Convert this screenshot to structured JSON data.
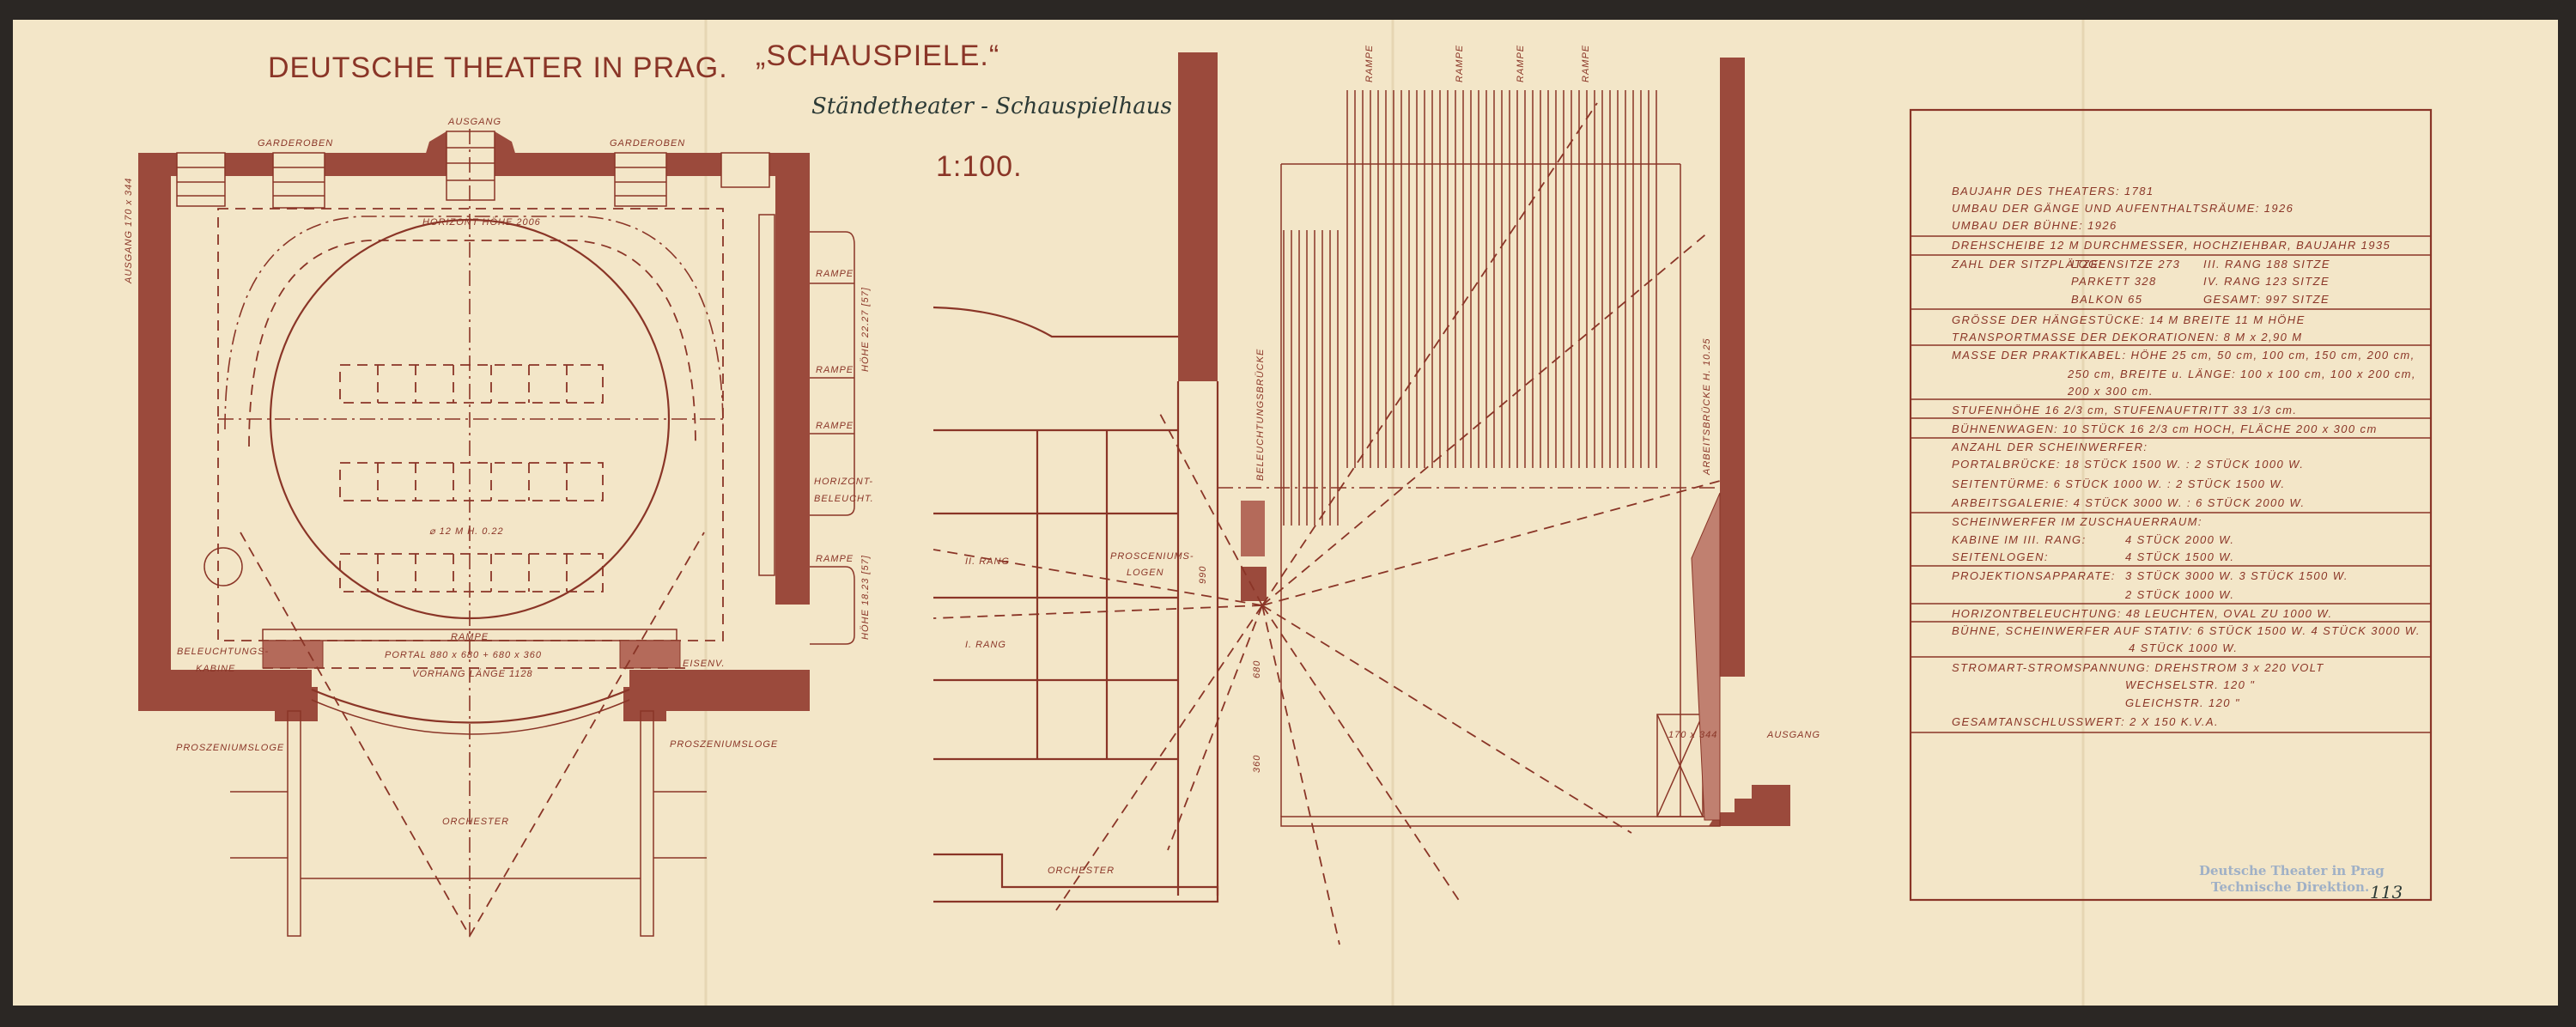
{
  "header": {
    "title": "DEUTSCHE THEATER IN PRAG.",
    "subtitle": "„SCHAUSPIELE.“",
    "handwritten_note": "Ständetheater - Schauspielhaus",
    "scale": "1:100."
  },
  "floor_plan": {
    "garderoben_left": "GARDEROBEN",
    "garderoben_right": "GARDEROBEN",
    "ausgang_top": "AUSGANG",
    "ausgang_left": "AUSGANG 170 x 344",
    "horizont": "HORIZONT HÖHE 2006",
    "rampe_1": "RAMPE",
    "rampe_2": "RAMPE",
    "rampe_3": "RAMPE",
    "horizont_beleucht_1": "HORIZONT-",
    "horizont_beleucht_2": "BELEUCHT.",
    "rampe_4": "RAMPE",
    "hoehe_upper": "HÖHE 22.27 [57]",
    "hoehe_lower": "HÖHE 18.23 [57]",
    "drehscheibe": "⌀ 12 M H. 0.22",
    "rampe_front": "RAMPE",
    "portal": "PORTAL 880 x 680 + 680 x 360",
    "vorhang": "VORHANG LÄNGE 1128",
    "kabine_1": "BELEUCHTUNGS-",
    "kabine_2": "KABINE",
    "eisenv": "EISENV.",
    "loge_left": "PROSZENIUMSLOGE",
    "loge_right": "PROSZENIUMSLOGE",
    "orchester": "ORCHESTER"
  },
  "section": {
    "rampe_labels": [
      "RAMPE",
      "RAMPE",
      "RAMPE",
      "RAMPE"
    ],
    "beleuchtungsbruecke": "BELEUCHTUNGSBRÜCKE",
    "rang_2": "II. RANG",
    "rang_1": "I. RANG",
    "logen_1": "PROSCENIUMS-",
    "logen_2": "LOGEN",
    "dim_990": "990",
    "dim_680": "680",
    "dim_360": "360",
    "arbeitsbruecke": "ARBEITSBRÜCKE H. 10.25",
    "door_dim": "170 x 344",
    "ausgang": "AUSGANG",
    "orchester": "ORCHESTER"
  },
  "specs": {
    "baujahr": "BAUJAHR DES THEATERS: 1781",
    "umbau_gaenge": "UMBAU DER GÄNGE UND AUFENTHALTSRÄUME: 1926",
    "umbau_buehne": "UMBAU DER BÜHNE: 1926",
    "drehscheibe": "DREHSCHEIBE 12 M DURCHMESSER, HOCHZIEHBAR, BAUJAHR 1935",
    "sitz_label": "ZAHL DER SITZPLÄTZE:",
    "sitz_rows": [
      {
        "a": "LOGENSITZE 273",
        "b": "III. RANG 188 SITZE"
      },
      {
        "a": "PARKETT 328",
        "b": "IV. RANG 123 SITZE"
      },
      {
        "a": "BALKON 65",
        "b": "GESAMT: 997 SITZE"
      }
    ],
    "haengestuecke": "GRÖSSE DER HÄNGESTÜCKE: 14 M BREITE 11 M HÖHE",
    "transport": "TRANSPORTMASSE DER DEKORATIONEN: 8 M x 2,90 M",
    "praktikabel_1": "MASSE DER PRAKTIKABEL: HÖHE 25 cm, 50 cm, 100 cm, 150 cm, 200 cm,",
    "praktikabel_2": "250 cm, BREITE u. LÄNGE: 100 x 100 cm, 100 x 200 cm,",
    "praktikabel_3": "200 x 300 cm.",
    "stufen": "STUFENHÖHE 16 2/3 cm, STUFENAUFTRITT 33 1/3 cm.",
    "buehnenwagen": "BÜHNENWAGEN: 10 STÜCK 16 2/3 cm HOCH, FLÄCHE 200 x 300 cm",
    "anzahl": "ANZAHL DER SCHEINWERFER:",
    "portalbruecke": "PORTALBRÜCKE: 18 STÜCK 1500 W. : 2 STÜCK 1000 W.",
    "seitentuerme": "SEITENTÜRME: 6 STÜCK 1000 W. : 2 STÜCK 1500 W.",
    "arbeitsgalerie": "ARBEITSGALERIE: 4 STÜCK 3000 W. : 6 STÜCK 2000 W.",
    "zuschauerraum": "SCHEINWERFER IM ZUSCHAUERRAUM:",
    "kabine_label": "KABINE IM III. RANG:",
    "kabine_value": "4 STÜCK 2000 W.",
    "seitenlogen_label": "SEITENLOGEN:",
    "seitenlogen_value": "4 STÜCK 1500 W.",
    "projektion_label": "PROJEKTIONSAPPARATE:",
    "projektion_value_1": "3 STÜCK 3000 W. 3 STÜCK 1500 W.",
    "projektion_value_2": "2 STÜCK 1000 W.",
    "horizontbeleuchtung": "HORIZONTBELEUCHTUNG: 48 LEUCHTEN, OVAL ZU 1000 W.",
    "stativ_1": "BÜHNE, SCHEINWERFER AUF STATIV: 6 STÜCK 1500 W. 4 STÜCK 3000 W.",
    "stativ_2": "4 STÜCK 1000 W.",
    "strom_1": "STROMART-STROMSPANNUNG: DREHSTROM 3 x 220 VOLT",
    "strom_2": "WECHSELSTR. 120 \"",
    "strom_3": "GLEICHSTR. 120 \"",
    "gesamt": "GESAMTANSCHLUSSWERT: 2 X 150 K.V.A."
  },
  "stamp": {
    "line_1": "Deutsche Theater in Prag",
    "line_2": "Technische Direktion.",
    "signature": "113"
  },
  "colors": {
    "paper": "#f3e6c8",
    "ink": "#8a3527",
    "wall": "#9b4a3c",
    "stamp": "#9fb0c6"
  }
}
